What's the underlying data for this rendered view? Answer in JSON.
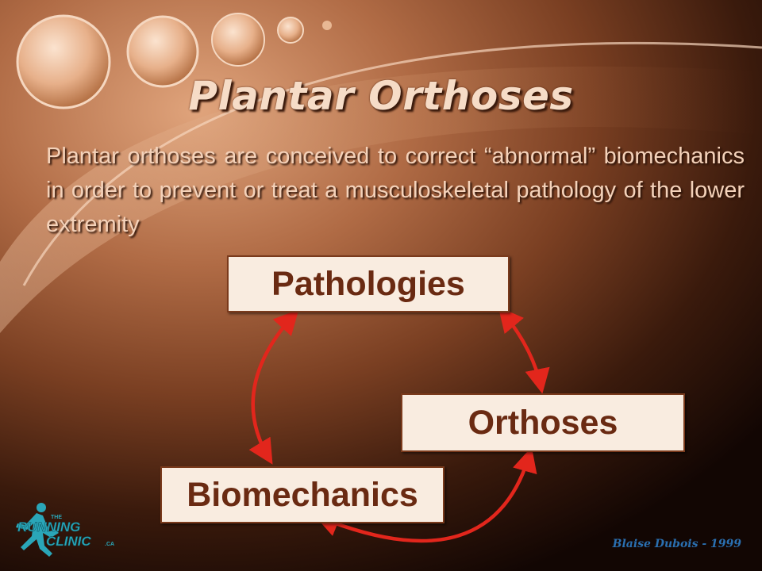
{
  "slide": {
    "title": "Plantar Orthoses",
    "body": "Plantar orthoses are conceived to correct “abnormal” biomechanics in order to prevent or treat a musculoskeletal pathology of the lower extremity",
    "footer_credit": "Blaise Dubois - 1999"
  },
  "diagram": {
    "nodes": [
      {
        "id": "pathologies",
        "label": "Pathologies"
      },
      {
        "id": "orthoses",
        "label": "Orthoses"
      },
      {
        "id": "biomechanics",
        "label": "Biomechanics"
      }
    ],
    "edges": [
      {
        "from": "pathologies",
        "to": "orthoses",
        "style": "double-headed"
      },
      {
        "from": "pathologies",
        "to": "biomechanics",
        "style": "double-headed"
      },
      {
        "from": "orthoses",
        "to": "biomechanics",
        "style": "double-headed"
      }
    ]
  },
  "logo": {
    "top_text": "THE",
    "line1": "RUNNING",
    "line2": "CLINIC",
    "suffix": ".CA",
    "icon": "runner-icon"
  },
  "colors": {
    "arrow": "#e2261c",
    "box_fill": "#f9ece0",
    "box_text": "#6a2a12",
    "logo_teal": "#2aa6b8",
    "credit_blue": "#2a6fb0"
  }
}
